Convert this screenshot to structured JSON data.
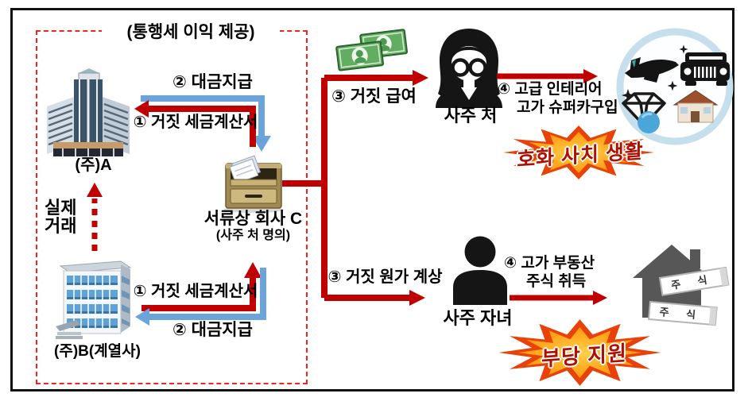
{
  "diagram": {
    "box_title": "(통행세 이익 제공)",
    "company_a": {
      "label": "(주)A"
    },
    "company_b": {
      "label": "(주)B(계열사)"
    },
    "paper_company": {
      "name": "서류상 회사 C",
      "owner": "(사주 처 명의)"
    },
    "real_deal": {
      "line1": "실제",
      "line2": "거래"
    },
    "ac": {
      "payment": "② 대금지급",
      "invoice": "① 거짓 세금계산서"
    },
    "bc": {
      "invoice": "① 거짓 세금계산서",
      "payment": "② 대금지급"
    },
    "wife": {
      "step": "③ 거짓 급여",
      "name": "사주 처",
      "purchase1": "④ 고급 인테리어",
      "purchase2": "고가 슈퍼카구입",
      "burst": "호화 사치 생활"
    },
    "child": {
      "step": "③ 거짓 원가 계상",
      "name": "사주 자녀",
      "acquire1": "④ 고가 부동산",
      "acquire2": "주식 취득",
      "burst": "부당 지원"
    },
    "stocks": {
      "label": "주 식"
    },
    "icons": {
      "company_a": "office-tower",
      "company_b": "blue-office-building",
      "paper_company": "file-cabinet",
      "salary": "money-bills",
      "wife": "woman-silhouette",
      "child": "person-silhouette",
      "luxury": "plane-car-diamond-house-circle",
      "assets": "house-with-stock-certificates",
      "burst": "starburst"
    },
    "colors": {
      "arrow_red": "#c00000",
      "arrow_blue": "#6ba3db",
      "dashed_red": "#f22424",
      "burst_outer": "#e8420a",
      "burst_inner": "#ff9a00",
      "burst_text": "#ad0f00",
      "money_green": "#62ad62",
      "cabinet_tan": "#cdb97e",
      "house_gray": "#575757"
    }
  }
}
